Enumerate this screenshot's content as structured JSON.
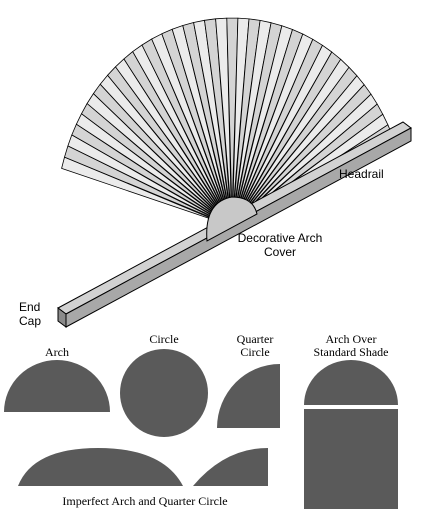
{
  "colors": {
    "shape_fill": "#5a5a5a",
    "pleat_light": "#ebebeb",
    "pleat_shade": "#d4d4d4",
    "rail_top": "#d2d2d2",
    "rail_front": "#a8a8a8",
    "arch_cover": "#c8c8c8",
    "outline": "#000000"
  },
  "callouts": {
    "headrail": "Headrail",
    "arch_cover_line1": "Decorative Arch",
    "arch_cover_line2": "Cover",
    "end_cap_line1": "End",
    "end_cap_line2": "Cap"
  },
  "shapes": {
    "arch": "Arch",
    "circle": "Circle",
    "quarter_line1": "Quarter",
    "quarter_line2": "Circle",
    "arch_over_line1": "Arch Over",
    "arch_over_line2": "Standard Shade",
    "imperfect": "Imperfect Arch and Quarter Circle"
  }
}
